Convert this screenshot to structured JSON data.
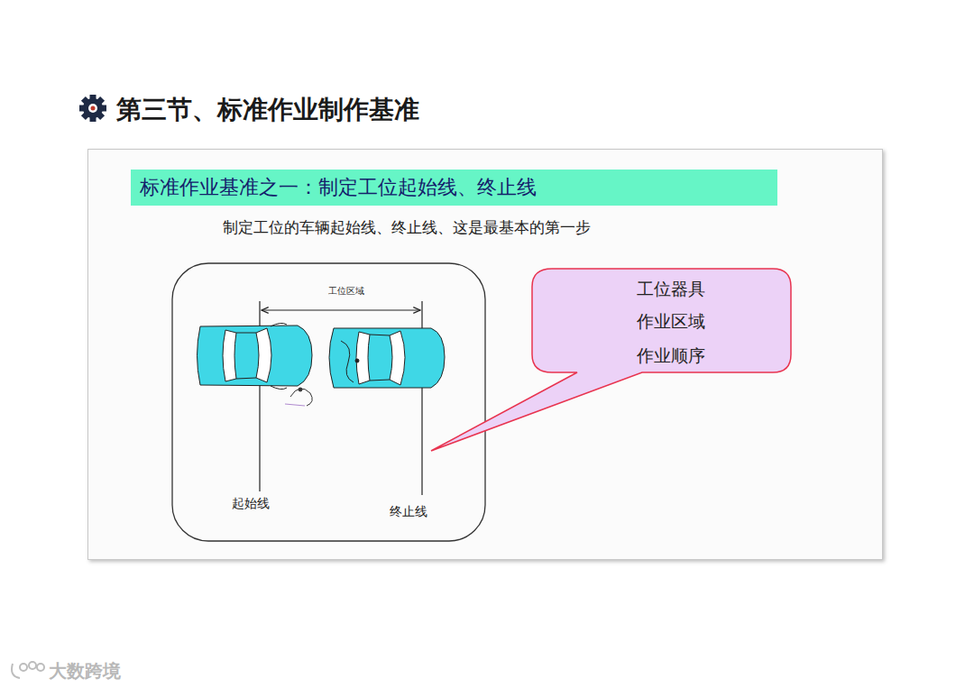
{
  "diagram": {
    "title": "第三节、标准作业制作基准",
    "nodes": [
      {
        "text": [
          "标准作业基准之一：制定工位起始线、终止线"
        ]
      },
      {
        "text": [
          "工位器具",
          "作业区域",
          "作业顺序"
        ]
      }
    ],
    "labels": [
      "制定工位的车辆起始线、终止线、这是最基本的第一步",
      "工位区域",
      "起始线",
      "终止线",
      "大数跨境"
    ]
  }
}
